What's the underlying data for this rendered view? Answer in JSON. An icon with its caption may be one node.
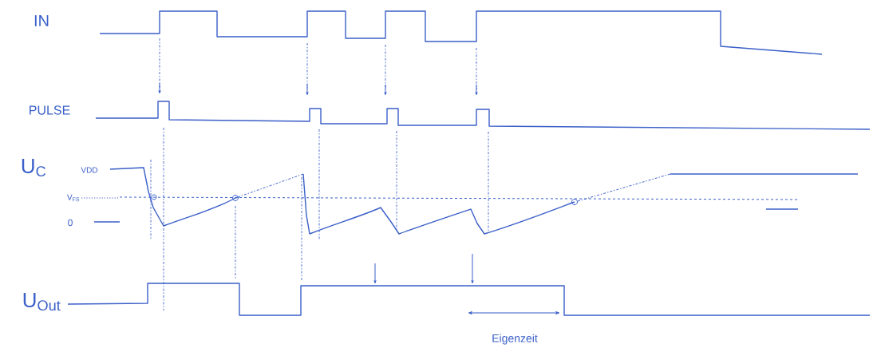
{
  "diagram": {
    "labels": [
      "IN",
      "PULSE",
      "U$_{C}$",
      "VDD",
      "V$_{FS}$",
      "0",
      "U$_{Out}$",
      "Eigenzeit"
    ]
  }
}
